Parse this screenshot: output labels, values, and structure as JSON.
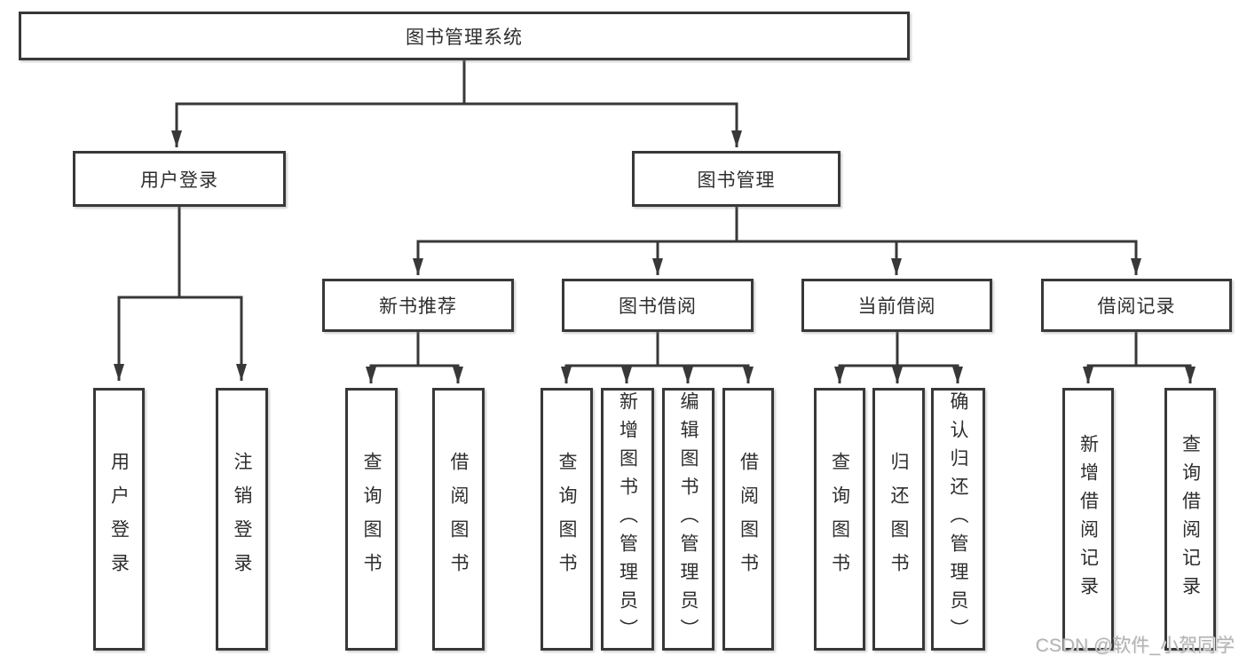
{
  "root": {
    "label": "图书管理系统"
  },
  "level2": [
    {
      "label": "用户登录"
    },
    {
      "label": "图书管理"
    }
  ],
  "level3": [
    {
      "label": "新书推荐",
      "parent": "图书管理"
    },
    {
      "label": "图书借阅",
      "parent": "图书管理"
    },
    {
      "label": "当前借阅",
      "parent": "图书管理"
    },
    {
      "label": "借阅记录",
      "parent": "图书管理"
    }
  ],
  "leaves": [
    {
      "label": "用户登录",
      "parent": "用户登录"
    },
    {
      "label": "注销登录",
      "parent": "用户登录"
    },
    {
      "label": "查询图书",
      "parent": "新书推荐"
    },
    {
      "label": "借阅图书",
      "parent": "新书推荐"
    },
    {
      "label": "查询图书",
      "parent": "图书借阅"
    },
    {
      "label": "新增图书（管理员）",
      "parent": "图书借阅"
    },
    {
      "label": "编辑图书（管理员）",
      "parent": "图书借阅"
    },
    {
      "label": "借阅图书",
      "parent": "图书借阅"
    },
    {
      "label": "查询图书",
      "parent": "当前借阅"
    },
    {
      "label": "归还图书",
      "parent": "当前借阅"
    },
    {
      "label": "确认归还（管理员）",
      "parent": "当前借阅"
    },
    {
      "label": "新增借阅记录",
      "parent": "借阅记录"
    },
    {
      "label": "查询借阅记录",
      "parent": "借阅记录"
    }
  ],
  "watermark": {
    "text": "CSDN @软件_小贺同学"
  },
  "colors": {
    "line": "#383838",
    "box_border": "#383838",
    "text": "#2e2e2e",
    "background": "#ffffff",
    "watermark": "#b3b3b3"
  }
}
